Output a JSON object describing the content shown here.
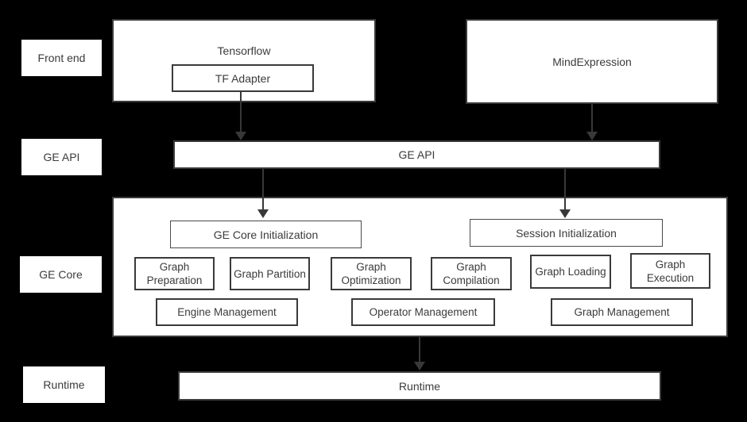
{
  "colors": {
    "background": "#000000",
    "surface": "#ffffff",
    "border": "#3a3a3a",
    "text": "#3b3b3b",
    "arrow": "#383838"
  },
  "side_labels": [
    {
      "id": "front-end",
      "label": "Front end"
    },
    {
      "id": "ge-api",
      "label": "GE API"
    },
    {
      "id": "ge-core",
      "label": "GE Core"
    },
    {
      "id": "runtime",
      "label": "Runtime"
    }
  ],
  "front_end": {
    "tensorflow": {
      "title": "Tensorflow",
      "adapter": "TF Adapter"
    },
    "mindexpression": {
      "title": "MindExpression"
    }
  },
  "ge_api": {
    "label": "GE API"
  },
  "ge_core": {
    "init_boxes": [
      {
        "label": "GE Core Initialization"
      },
      {
        "label": "Session Initialization"
      }
    ],
    "stage_boxes": [
      "Graph Preparation",
      "Graph Partition",
      "Graph Optimization",
      "Graph Compilation",
      "Graph Loading",
      "Graph Execution"
    ],
    "management_boxes": [
      "Engine Management",
      "Operator Management",
      "Graph Management"
    ]
  },
  "runtime": {
    "label": "Runtime"
  },
  "edges": [
    {
      "from": "tf-adapter",
      "to": "ge-api-bar"
    },
    {
      "from": "mindexpression",
      "to": "ge-api-bar"
    },
    {
      "from": "ge-api-bar",
      "to": "ge-core-initialization"
    },
    {
      "from": "ge-api-bar",
      "to": "session-initialization"
    },
    {
      "from": "ge-core",
      "to": "runtime-bar"
    }
  ]
}
